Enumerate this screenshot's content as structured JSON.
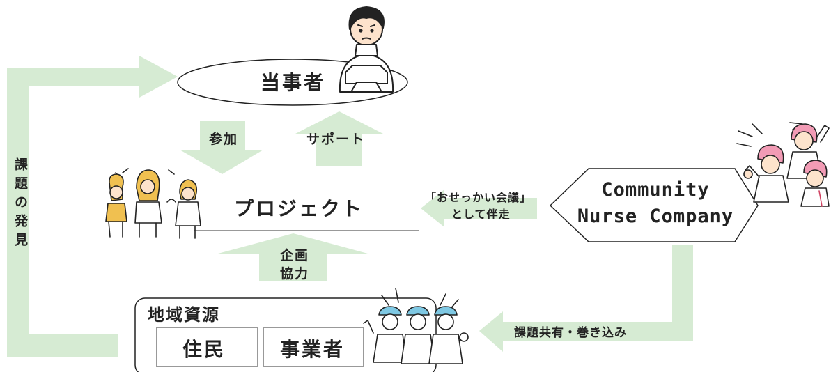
{
  "nodes": {
    "stakeholder": "当事者",
    "project": "プロジェクト",
    "company_line1": "Community",
    "company_line2": "Nurse Company",
    "resources_title": "地域資源",
    "residents": "住民",
    "businesses": "事業者"
  },
  "edges": {
    "participate": "参加",
    "support": "サポート",
    "planning_line1": "企画",
    "planning_line2": "協力",
    "accompany_line1": "「おせっかい会議」",
    "accompany_line2": "として伴走",
    "share": "課題共有・巻き込み",
    "discover": "課題の発見"
  },
  "colors": {
    "arrow": "#d6ebd3",
    "outline": "#222222",
    "box_border": "#999999",
    "skin": "#fde3cc",
    "pink_hair": "#f29bb5",
    "yellow_hair": "#f0c050",
    "blue_cap": "#7ec8e3"
  },
  "icons": [
    "worried-person-icon",
    "chatting-women-icon",
    "cheering-nurses-icon",
    "workers-icon"
  ]
}
